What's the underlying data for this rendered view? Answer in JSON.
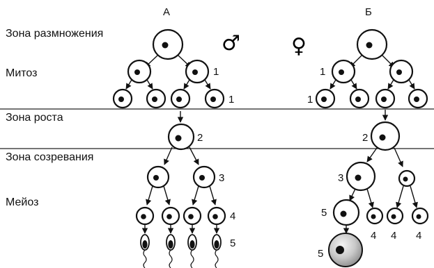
{
  "zones": {
    "reproduction": "Зона размножения",
    "mitosis": "Митоз",
    "growth": "Зона роста",
    "maturation": "Зона созревания",
    "meiosis": "Мейоз"
  },
  "columns": {
    "left": "А",
    "right": "Б"
  },
  "symbols": {
    "male": "♂",
    "female": "♀"
  },
  "stage_labels": {
    "s1": "1",
    "s2": "2",
    "s3": "3",
    "s4": "4",
    "s5": "5"
  }
}
